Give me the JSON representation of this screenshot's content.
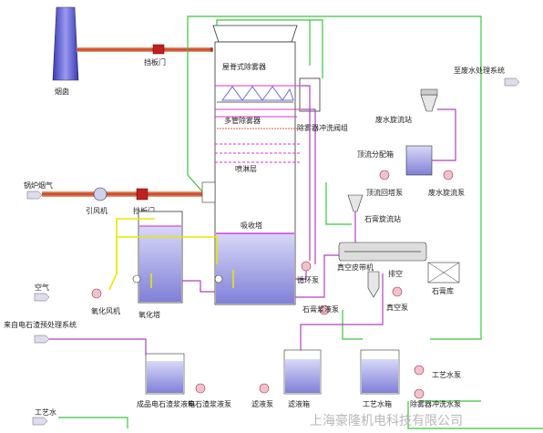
{
  "labels": {
    "chimney": "烟囱",
    "damper_top": "挡板门",
    "ridge_mist": "屋脊式除雾器",
    "multi_mist": "多管除雾器",
    "spray_layer": "喷淋层",
    "absorber": "吸收塔",
    "mist_valve": "除雾器冲洗阀组",
    "waste_cyclone": "废水旋流站",
    "to_waste": "至废水处理系统",
    "overflow_box": "顶流分配箱",
    "overflow_pump": "顶流回塔泵",
    "waste_pump": "废水旋流泵",
    "gypsum_cyclone": "石膏旋流站",
    "boiler_gas": "锅炉烟气",
    "id_fan": "引风机",
    "damper_mid": "挡板门",
    "oxidation_tower": "氧化塔",
    "air": "空气",
    "ox_fan": "氧化风机",
    "circ_pump": "循环泵",
    "gypsum_pump": "石膏浆液泵",
    "belt_filter": "真空皮带机",
    "gypsum_store": "石膏库",
    "vent": "排空",
    "vac_pump": "真空泵",
    "from_lime": "来自电石渣预处理系统",
    "slurry_tank": "成品电石渣浆液箱",
    "slurry_pump": "电石渣浆液泵",
    "filtrate_pump": "滤液泵",
    "filtrate_tank": "滤液箱",
    "water_tank": "工艺水箱",
    "water_pump": "工艺水泵",
    "flush_pump": "除雾器冲洗水泵",
    "process_water": "工艺水",
    "watermark": "上海豪隆机电科技有限公司"
  },
  "colors": {
    "green": "#3cc43c",
    "yellow": "#e8e800",
    "purple": "#b040c0",
    "magenta": "#e030d0",
    "blue": "#4040d0",
    "chimney": "#6a6ad8",
    "duct": "#e06a4a"
  }
}
